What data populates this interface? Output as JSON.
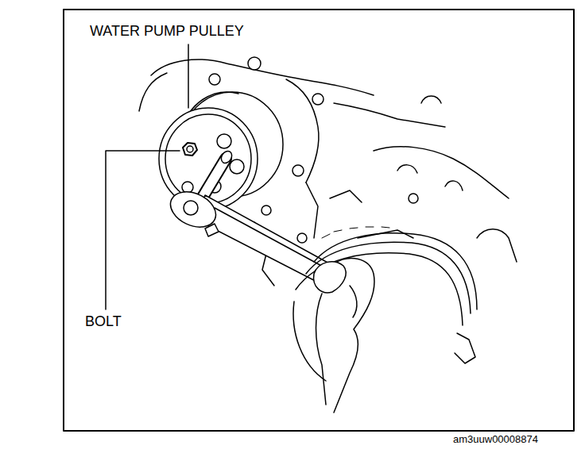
{
  "diagram": {
    "labels": [
      "WATER PUMP PULLEY",
      "BOLT",
      "am3uuw00008874"
    ]
  }
}
